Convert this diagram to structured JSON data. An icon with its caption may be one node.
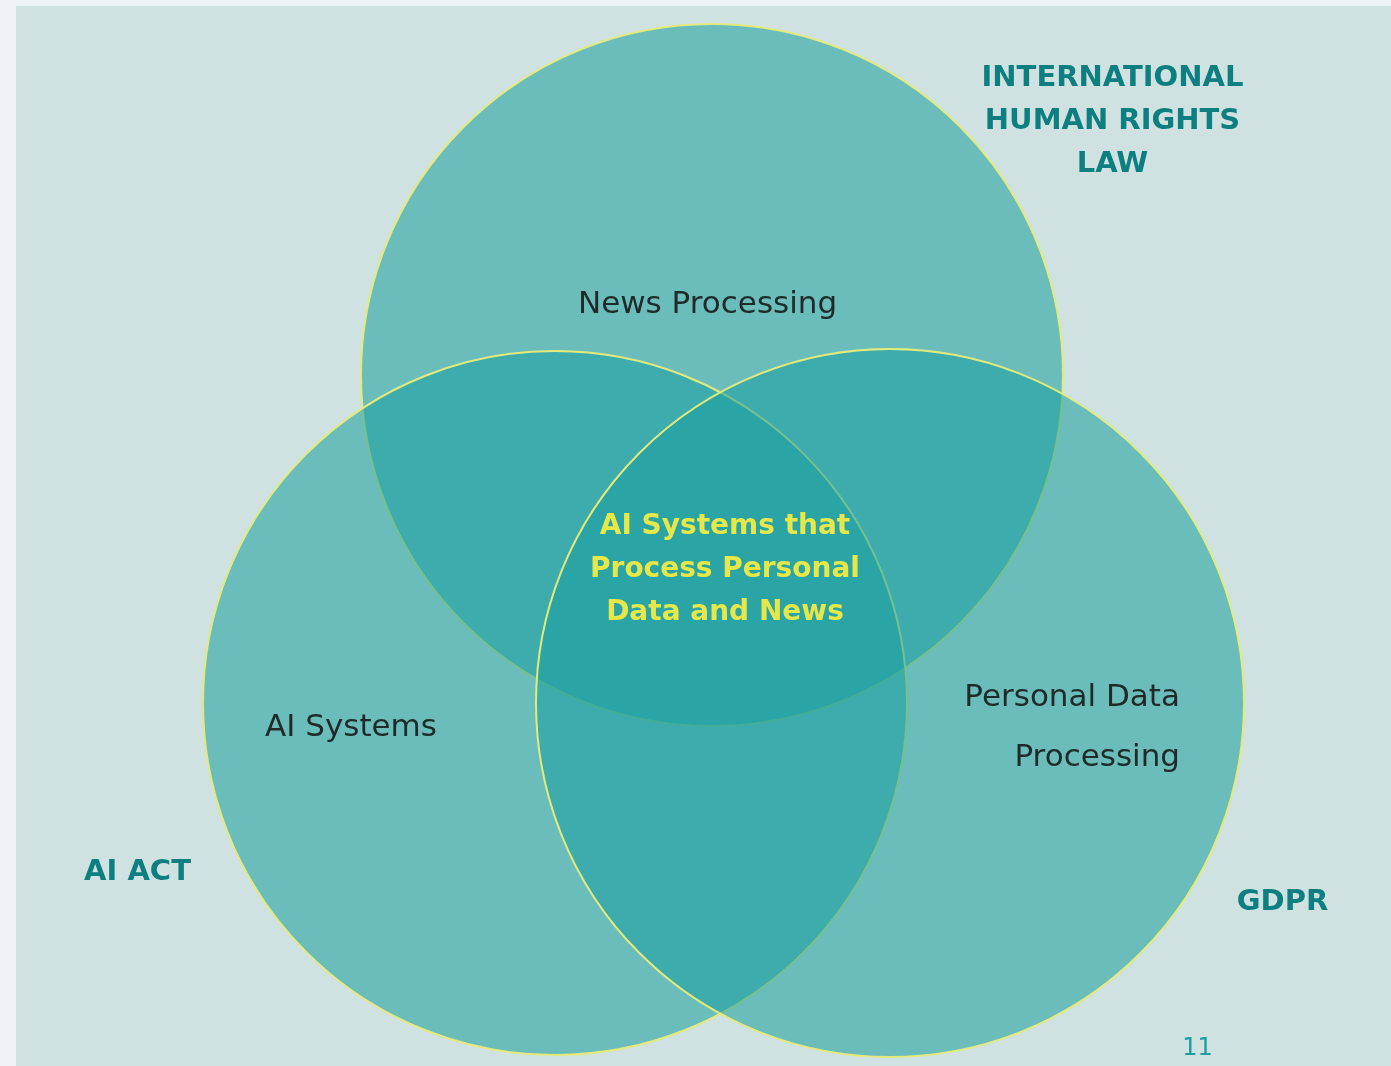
{
  "diagram": {
    "nodes": [
      {
        "text": [
          "News Processing"
        ]
      },
      {
        "text": [
          "AI Systems"
        ]
      },
      {
        "text": [
          "Personal Data Processing"
        ]
      }
    ],
    "labels": [
      "INTERNATIONAL HUMAN RIGHTS LAW",
      "AI Systems that Process Personal Data and News",
      "AI ACT",
      "GDPR",
      "11"
    ]
  }
}
